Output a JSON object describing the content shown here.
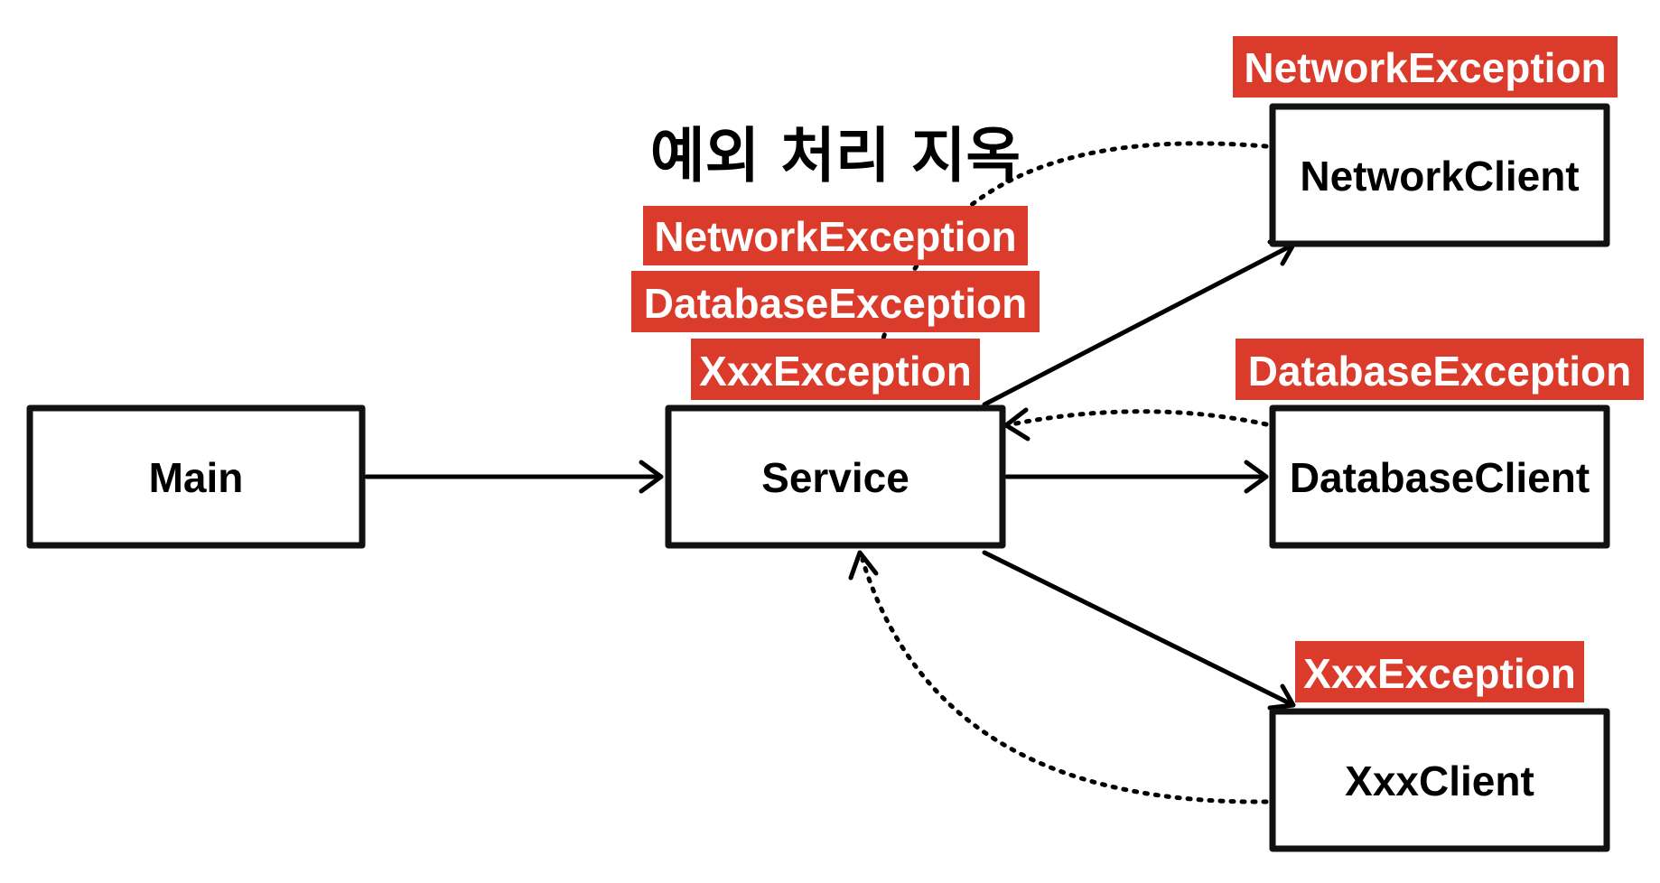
{
  "title": "예외 처리 지옥",
  "colors": {
    "exception_bg": "#DA3B2B",
    "exception_text": "#FFFFFF",
    "box_border": "#111111",
    "text": "#000000"
  },
  "boxes": {
    "main": "Main",
    "service": "Service",
    "network_client": "NetworkClient",
    "database_client": "DatabaseClient",
    "xxx_client": "XxxClient"
  },
  "exceptions": {
    "service_network": "NetworkException",
    "service_database": "DatabaseException",
    "service_xxx": "XxxException",
    "network": "NetworkException",
    "database": "DatabaseException",
    "xxx": "XxxException"
  }
}
